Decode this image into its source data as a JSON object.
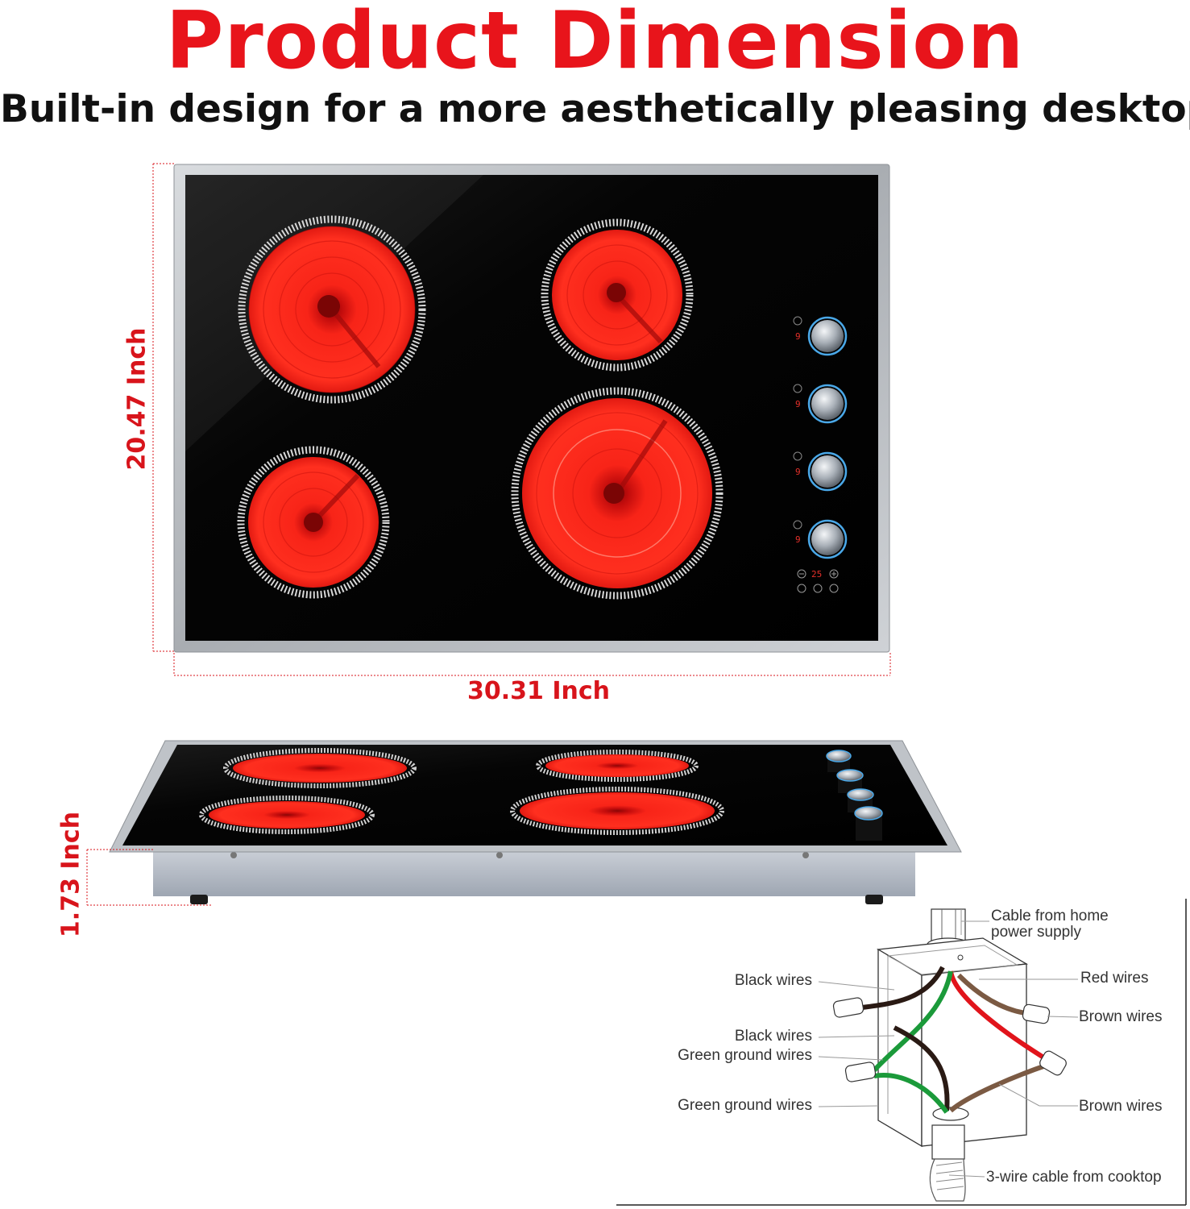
{
  "header": {
    "title": "Product Dimension",
    "subtitle": "Built-in design for a more aesthetically pleasing desktop"
  },
  "dimensions": {
    "width": "30.31 Inch",
    "depth": "20.47 Inch",
    "height": "1.73 Inch"
  },
  "control_panel": {
    "knob_level": "9",
    "timer_readout": "25"
  },
  "wiring": {
    "cable_from_home_line1": "Cable from home",
    "cable_from_home_line2": "power supply",
    "black_wires_1": "Black wires",
    "black_wires_2": "Black wires",
    "green_ground_1": "Green ground wires",
    "green_ground_2": "Green  ground wires",
    "red_wires": "Red  wires",
    "brown_wires_1": "Brown wires",
    "brown_wires_2": "Brown wires",
    "cooktop_cable": "3-wire cable from cooktop"
  },
  "colors": {
    "title_red": "#e8141b",
    "dimension_red": "#d8141b",
    "glass_black": "#060606",
    "burner_red": "#f21d14",
    "frame_steel": "#b9bcc0"
  }
}
